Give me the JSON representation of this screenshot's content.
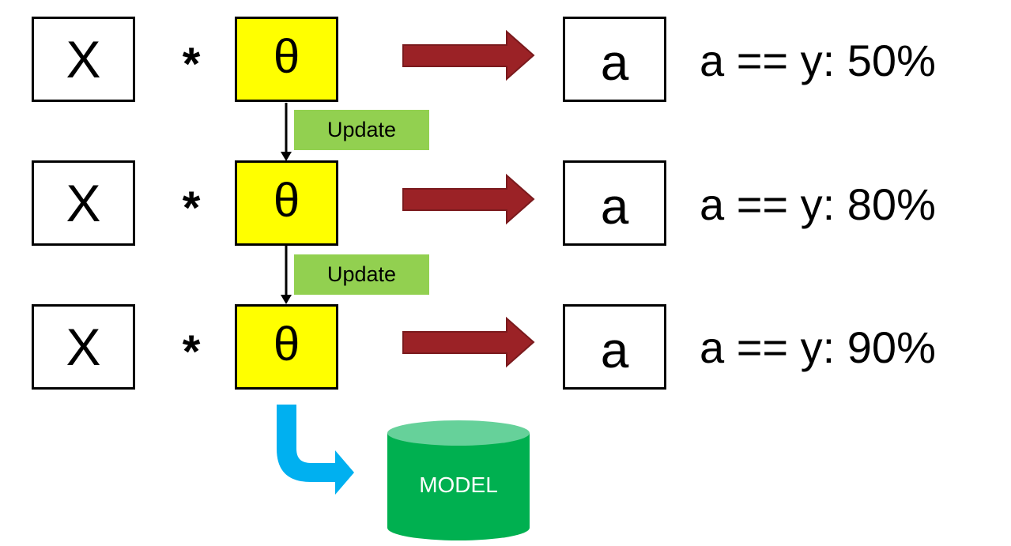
{
  "rows": [
    {
      "input": "X",
      "operator": "*",
      "param": "θ",
      "output": "a",
      "result": "a == y: 50%"
    },
    {
      "input": "X",
      "operator": "*",
      "param": "θ",
      "output": "a",
      "result": "a == y: 80%"
    },
    {
      "input": "X",
      "operator": "*",
      "param": "θ",
      "output": "a",
      "result": "a == y: 90%"
    }
  ],
  "updates": [
    {
      "label": "Update"
    },
    {
      "label": "Update"
    }
  ],
  "model": {
    "label": "MODEL"
  },
  "colors": {
    "param_fill": "#ffff00",
    "update_fill": "#92d050",
    "arrow_fill": "#9b2226",
    "save_arrow": "#00b0f0",
    "model_fill": "#00b050",
    "model_top": "#66d19a"
  }
}
